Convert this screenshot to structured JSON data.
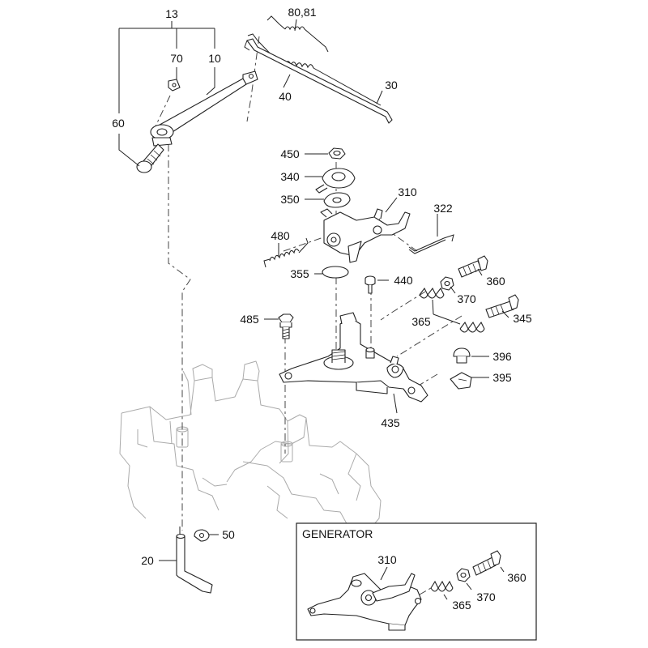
{
  "inset": {
    "title": "GENERATOR"
  },
  "callouts": {
    "p13": "13",
    "p70": "70",
    "p10": "10",
    "p60": "60",
    "p8081": "80,81",
    "p40": "40",
    "p30": "30",
    "p450": "450",
    "p340": "340",
    "p350": "350",
    "p310": "310",
    "p322": "322",
    "p480": "480",
    "p355": "355",
    "p440": "440",
    "p360": "360",
    "p370": "370",
    "p485": "485",
    "p365": "365",
    "p345": "345",
    "p396": "396",
    "p395": "395",
    "p435": "435",
    "p50": "50",
    "p20": "20"
  },
  "inset_callouts": {
    "p310": "310",
    "p360": "360",
    "p370": "370",
    "p365": "365"
  }
}
